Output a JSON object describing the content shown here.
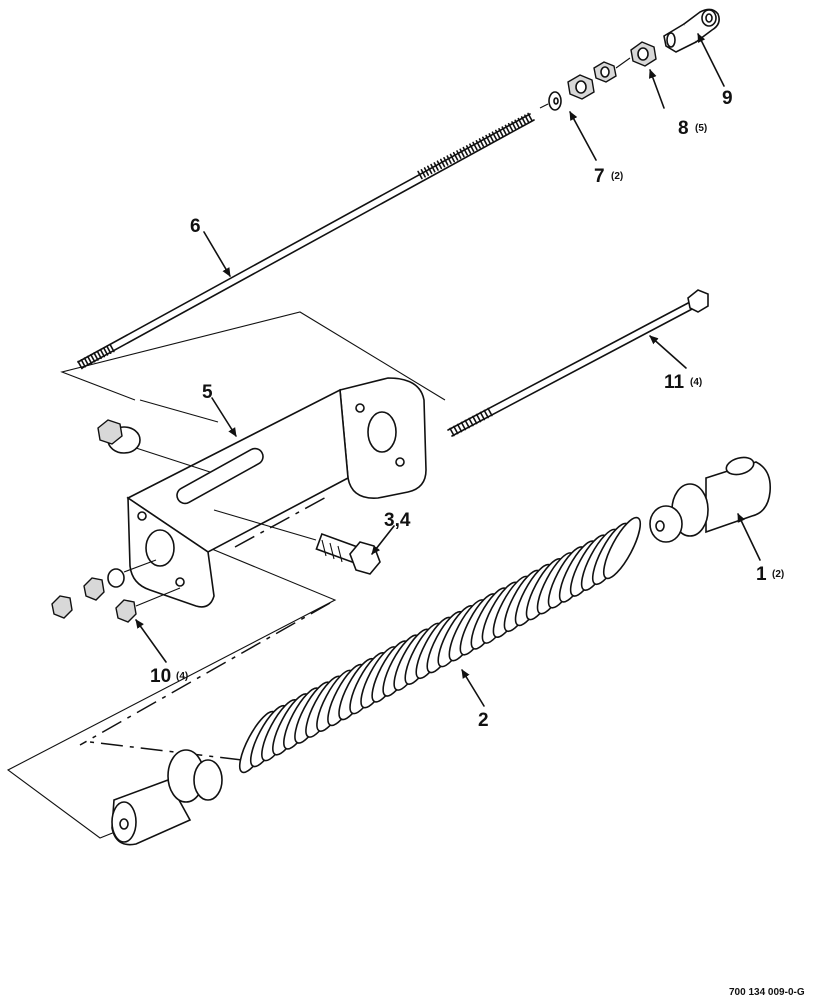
{
  "diagram": {
    "callouts": [
      {
        "id": "c9",
        "label": "9",
        "qty": ""
      },
      {
        "id": "c8",
        "label": "8",
        "qty": "(5)"
      },
      {
        "id": "c7",
        "label": "7",
        "qty": "(2)"
      },
      {
        "id": "c6",
        "label": "6",
        "qty": ""
      },
      {
        "id": "c11",
        "label": "11",
        "qty": "(4)"
      },
      {
        "id": "c5",
        "label": "5",
        "qty": ""
      },
      {
        "id": "c34",
        "label": "3,4",
        "qty": ""
      },
      {
        "id": "c1",
        "label": "1",
        "qty": "(2)"
      },
      {
        "id": "c10",
        "label": "10",
        "qty": "(4)"
      },
      {
        "id": "c2",
        "label": "2",
        "qty": ""
      }
    ],
    "reference_number": "700 134 009-0-G",
    "colors": {
      "ink": "#111111",
      "background": "#ffffff",
      "shade": "#d8d8d8"
    }
  }
}
